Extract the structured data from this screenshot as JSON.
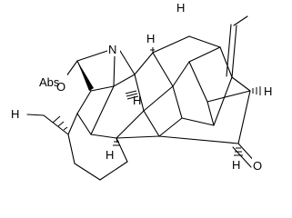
{
  "diagram": {
    "labels": {
      "n": "N",
      "abs": "Abs",
      "o_ring": "O",
      "o_ketone": "O",
      "h_top_left": "H",
      "h_top_right": "H",
      "h_right": "H",
      "h_methyl": "H",
      "h_mid": "H",
      "h_bottom": "H",
      "h_center": "H"
    }
  }
}
